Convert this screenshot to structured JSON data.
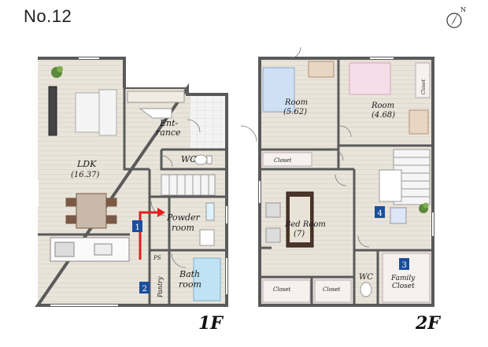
{
  "plan_number": "No.12",
  "compass_label": "N",
  "floor_labels": {
    "first": "1F",
    "second": "2F"
  },
  "rooms_1f": {
    "ldk": {
      "name": "LDK",
      "area": "(16.37)"
    },
    "entrance": {
      "line1": "Ent-",
      "line2": "rance"
    },
    "wc": "WC",
    "powder": {
      "line1": "Powder",
      "line2": "room"
    },
    "bath": {
      "line1": "Bath",
      "line2": "room"
    },
    "pantry": "Pantry",
    "ps": "PS"
  },
  "rooms_2f": {
    "room_a": {
      "name": "Room",
      "area": "(5.62)"
    },
    "room_b": {
      "name": "Room",
      "area": "(4.68)"
    },
    "bedroom": {
      "name": "Bed Room",
      "area": "(7)"
    },
    "wc": "WC",
    "family_closet": {
      "line1": "Family",
      "line2": "Closet"
    },
    "closet": "Closet",
    "closet_small": "Closet"
  },
  "markers": [
    "1",
    "2",
    "3",
    "4"
  ],
  "colors": {
    "wall": "#5a5a5a",
    "floor": "#e9e4da",
    "tile": "#f2f2f2",
    "marker": "#1b4f9c",
    "arrow": "#e02020",
    "bath_water": "#bfe3f5"
  }
}
